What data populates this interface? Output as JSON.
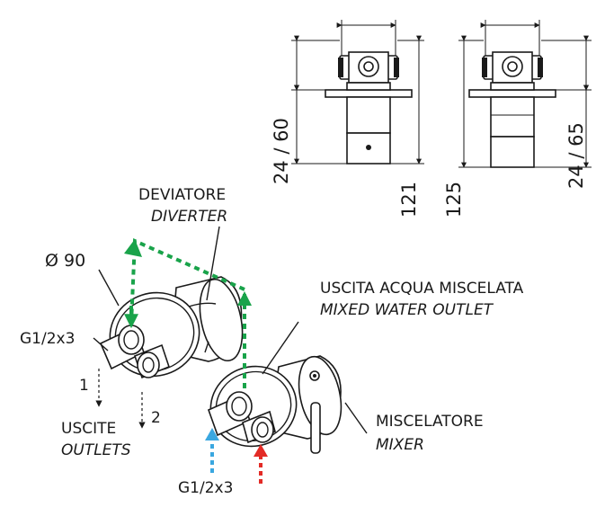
{
  "labels": {
    "diverter_it": "DEVIATORE",
    "diverter_en": "DIVERTER",
    "diameter": "Ø 90",
    "thread_left": "G1/2x3",
    "outlet_1": "1",
    "outlet_2": "2",
    "outlets_it": "USCITE",
    "outlets_en": "OUTLETS",
    "mixed_it": "USCITA ACQUA MISCELATA",
    "mixed_en": "MIXED WATER OUTLET",
    "mixer_it": "MISCELATORE",
    "mixer_en": "MIXER",
    "thread_bottom": "G1/2x3"
  },
  "dimensions": {
    "left_depth_range": "24 / 60",
    "left_total": "121",
    "right_total": "125",
    "right_depth_range": "24 / 65"
  },
  "colors": {
    "green_flow": "#19a34a",
    "blue_flow": "#3aa7e0",
    "red_flow": "#e32b26",
    "ink": "#1a1a1a"
  }
}
